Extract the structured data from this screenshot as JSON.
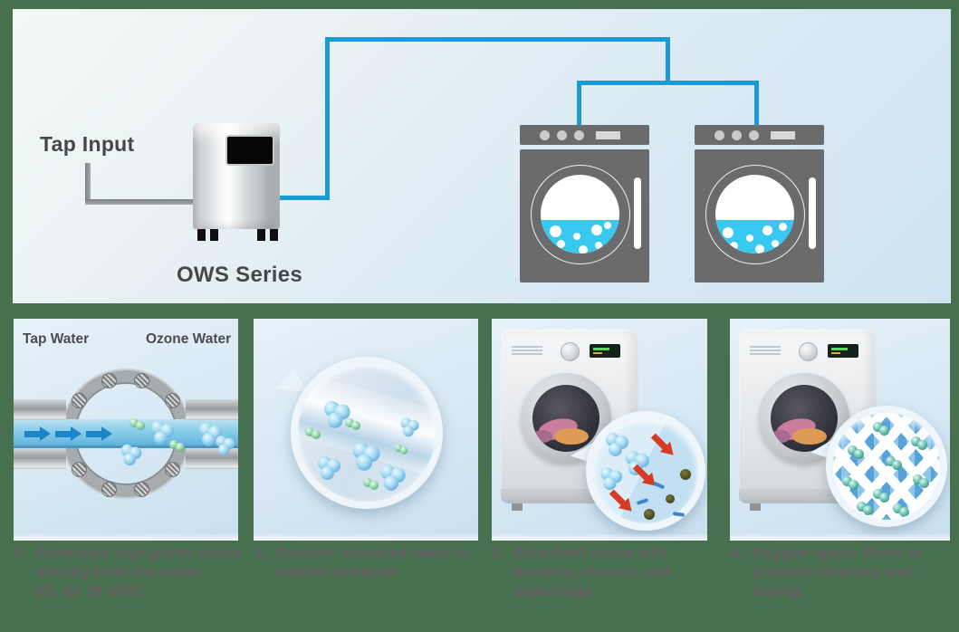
{
  "system_panel": {
    "tap_input_label": "Tap Input",
    "device_label": "OWS Series"
  },
  "step1_labels": {
    "tap_water": "Tap Water",
    "ozone_water": "Ozone Water"
  },
  "captions": [
    {
      "num": "1.",
      "lines": [
        "Generates high purity ozone",
        "directly from the water",
        "(O₃ by 28 wt%)."
      ]
    },
    {
      "num": "2.",
      "lines": [
        "Delivers ozonated water to",
        "washer extractor."
      ]
    },
    {
      "num": "3.",
      "lines": [
        "Dissolved ozone kills",
        "bacteria, viruses, and",
        "superbugs."
      ]
    },
    {
      "num": "4.",
      "lines": [
        "Oxygen opens fibers to",
        "promote cleaning and",
        "drying."
      ]
    }
  ],
  "colors": {
    "background_green": "#47704f",
    "pipe_blue": "#1b9ad6",
    "tap_pipe_gray": "#8e9294",
    "washer_gray": "#696b6c",
    "water_cyan": "#38c9f0",
    "caption_text": "#675d64",
    "red_arrow": "#d63b26"
  }
}
